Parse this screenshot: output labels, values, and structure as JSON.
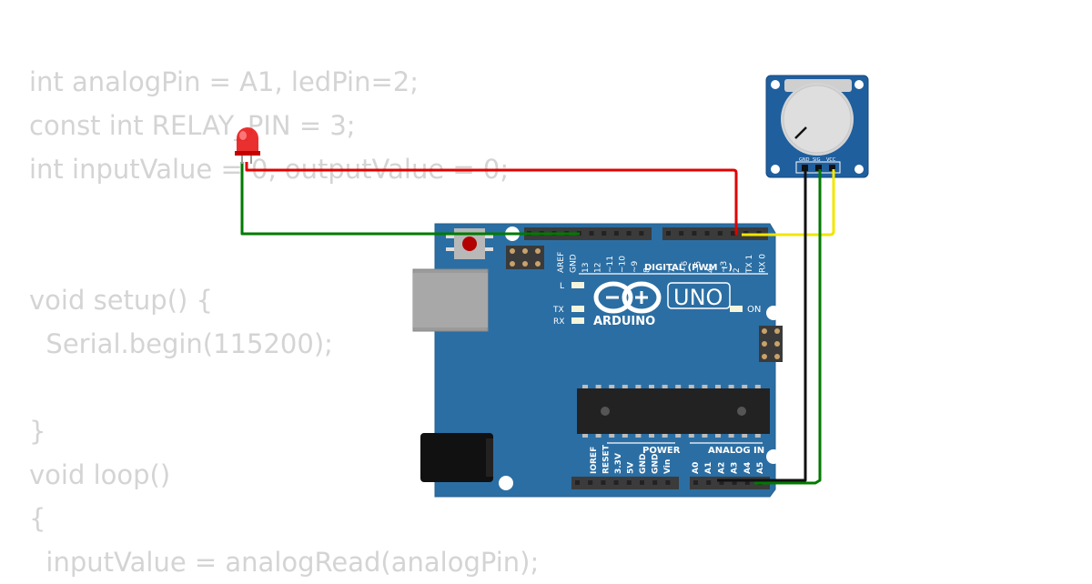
{
  "code_lines": [
    "int analogPin = A1, ledPin=2;",
    "const int RELAY_PIN = 3;",
    "int inputValue = 0, outputValue = 0;",
    "",
    "",
    "void setup() {",
    "  Serial.begin(115200);",
    "",
    "}",
    "void loop()",
    "{",
    "  inputValue = analogRead(analogPin);"
  ],
  "board": {
    "logo_text": "UNO",
    "brand": "ARDUINO",
    "digital_label": "DIGITAL (PWM ~)",
    "power_label": "POWER",
    "analog_label": "ANALOG IN",
    "on_label": "ON",
    "l_label": "L",
    "tx_label": "TX",
    "rx_label": "RX",
    "header_left_pins": [
      "AREF",
      "GND",
      "13",
      "12",
      "~11",
      "~10",
      "~9",
      "8"
    ],
    "header_right_pins": [
      "7",
      "~6",
      "~5",
      "4",
      "~3",
      "2",
      "TX 1",
      "RX 0"
    ],
    "power_pins": [
      "IOREF",
      "RESET",
      "3.3V",
      "5V",
      "GND",
      "GND",
      "Vin"
    ],
    "analog_pins": [
      "A0",
      "A1",
      "A2",
      "A3",
      "A4",
      "A5"
    ],
    "color": "#2b6ea3"
  },
  "potentiometer": {
    "pins": [
      "GND",
      "SIG",
      "VCC"
    ],
    "color": "#1f5f9e"
  },
  "wire_colors": {
    "red": "#e00000",
    "green": "#007a00",
    "yellow": "#f2e600",
    "black": "#111111"
  }
}
